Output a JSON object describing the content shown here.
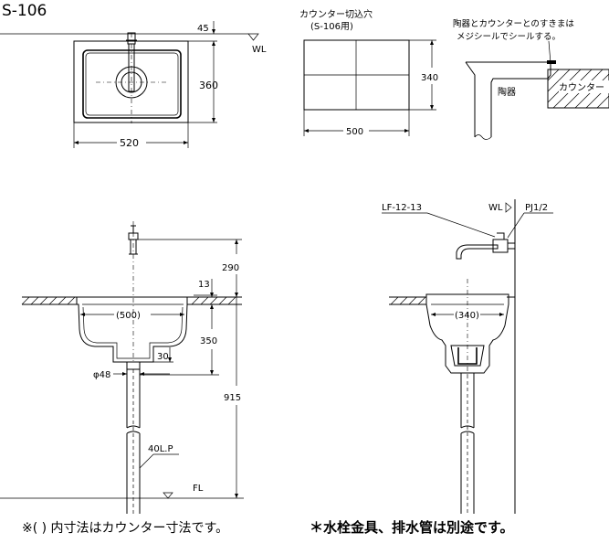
{
  "model": "S-106",
  "dims": {
    "top_offset": "45",
    "width_520": "520",
    "depth_360": "360",
    "faucet_290": "290",
    "rim_13": "13",
    "bowl_350": "350",
    "drain_30": "30",
    "drain_dia": "φ48",
    "total_915": "915",
    "pipe": "40L.P",
    "counter_500": "(500)",
    "counter_340": "(340)"
  },
  "labels": {
    "wl": "WL",
    "fl": "FL",
    "faucet_model": "LF-12-13",
    "pj": "PJ1/2"
  },
  "cutout": {
    "title_line1": "カウンター切込穴",
    "title_line2": "(S-106用)",
    "width": "500",
    "depth": "340"
  },
  "seal": {
    "note_line1": "陶器とカウンターとのすきまは",
    "note_line2": "メジシールでシールする。",
    "ceramic": "陶器",
    "counter": "カウンター"
  },
  "footer": {
    "note_left": "※(   ) 内寸法はカウンター寸法です。",
    "note_right": "＊水栓金具、排水管は別途です。"
  }
}
